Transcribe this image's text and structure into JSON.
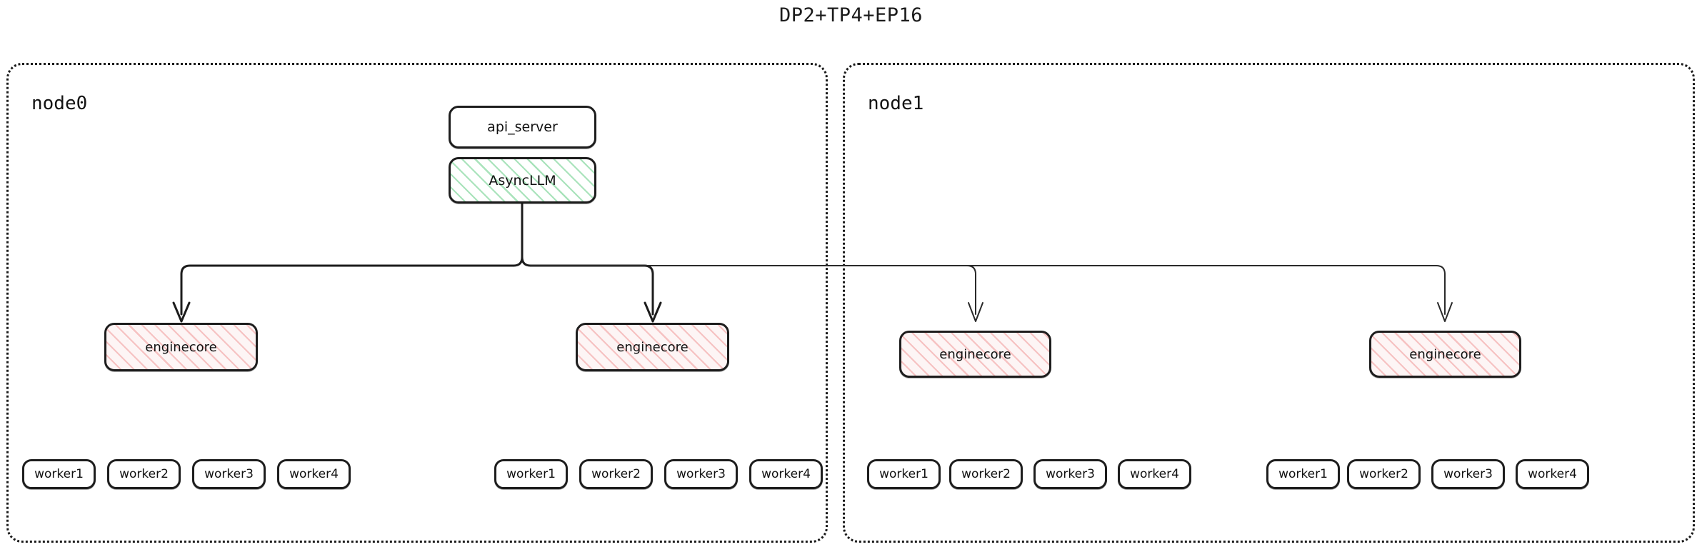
{
  "title": "DP2+TP4+EP16",
  "colors": {
    "stroke": "#1c1c1c",
    "async_hatch": "#a9e3bb",
    "enginecore_hatch": "#f6c2c2",
    "node_border": "#1b1b1b",
    "background": "#ffffff"
  },
  "nodes": [
    {
      "id": "node0",
      "label": "node0",
      "api_server": {
        "label": "api_server"
      },
      "async_llm": {
        "label": "AsyncLLM"
      },
      "enginecores": [
        {
          "label": "enginecore"
        },
        {
          "label": "enginecore"
        }
      ],
      "worker_groups": [
        {
          "workers": [
            "worker1",
            "worker2",
            "worker3",
            "worker4"
          ]
        },
        {
          "workers": [
            "worker1",
            "worker2",
            "worker3",
            "worker4"
          ]
        }
      ]
    },
    {
      "id": "node1",
      "label": "node1",
      "enginecores": [
        {
          "label": "enginecore"
        },
        {
          "label": "enginecore"
        }
      ],
      "worker_groups": [
        {
          "workers": [
            "worker1",
            "worker2",
            "worker3",
            "worker4"
          ]
        },
        {
          "workers": [
            "worker1",
            "worker2",
            "worker3",
            "worker4"
          ]
        }
      ]
    }
  ]
}
